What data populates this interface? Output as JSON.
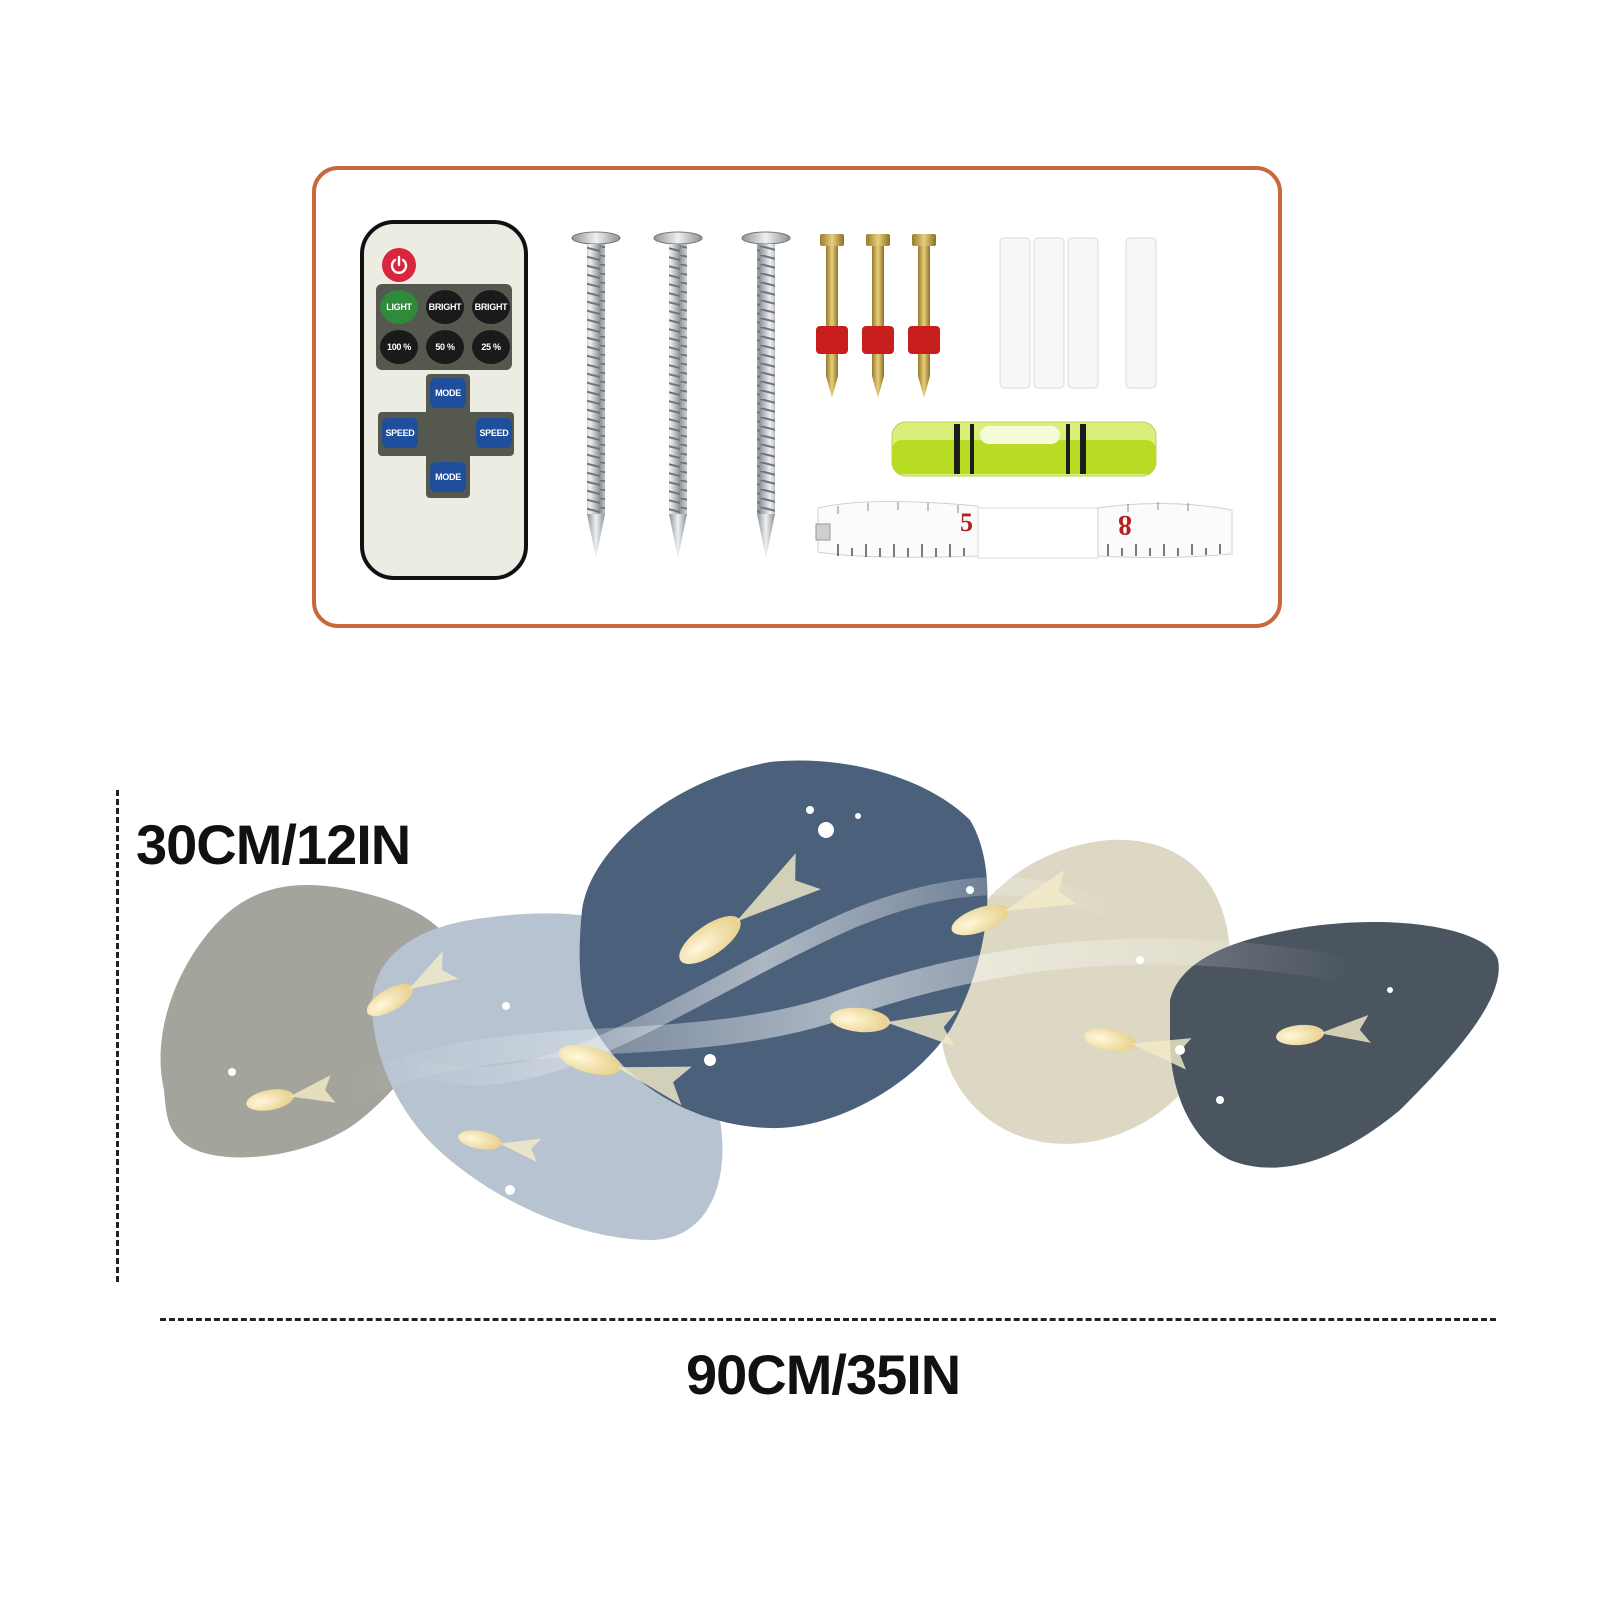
{
  "remote": {
    "buttons": {
      "light": "LIGHT",
      "bright_plus": "BRIGHT",
      "bright_minus": "BRIGHT",
      "p100": "100 %",
      "p50": "50 %",
      "p25": "25 %",
      "mode_up": "MODE",
      "mode_down": "MODE",
      "speed_left": "SPEED",
      "speed_right": "SPEED"
    }
  },
  "tape": {
    "marks": [
      "5",
      "8"
    ]
  },
  "dimensions": {
    "height": "30CM/12IN",
    "width": "90CM/35IN"
  },
  "colors": {
    "box_border": "#c8683c",
    "panel_gray": "#a4a49c",
    "panel_pale_blue": "#b7c3d1",
    "panel_navy": "#4a607b",
    "panel_cream": "#ddd8c4",
    "panel_charcoal": "#4b5560",
    "fish": "#f0e2a8"
  }
}
